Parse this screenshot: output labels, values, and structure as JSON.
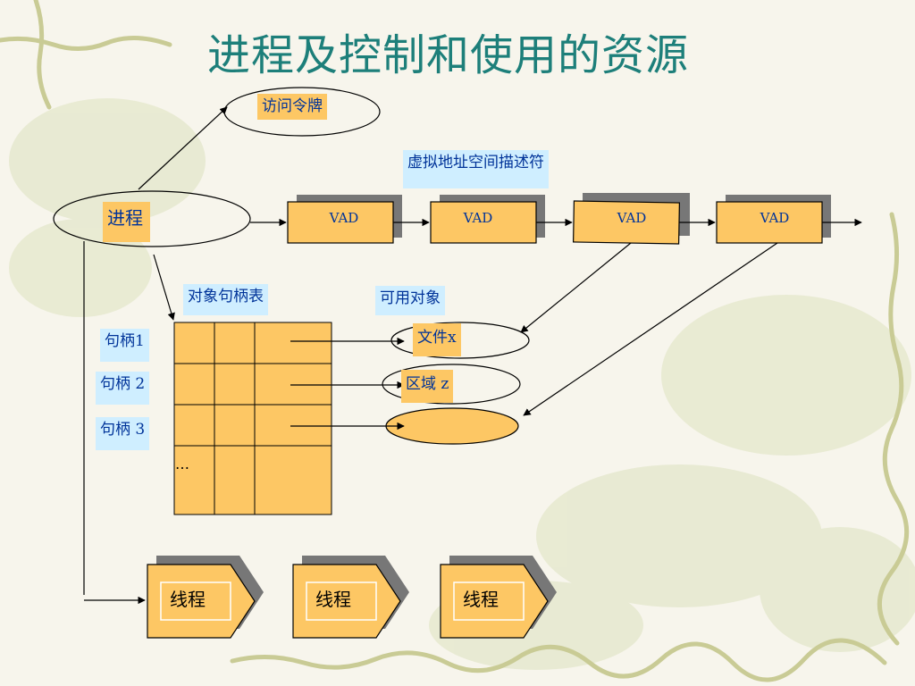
{
  "title": "进程及控制和使用的资源",
  "labels": {
    "access_token": "访问令牌",
    "vad_descriptor": "虚拟地址空间描述符",
    "process": "进程",
    "handle_table": "对象句柄表",
    "available_objects": "可用对象",
    "file_x": "文件x",
    "region_z": "区域 z",
    "ellipsis": "…"
  },
  "vads": [
    "VAD",
    "VAD",
    "VAD",
    "VAD"
  ],
  "handles": [
    "句柄1",
    "句柄 2",
    "句柄 3"
  ],
  "threads": [
    "线程",
    "线程",
    "线程"
  ],
  "colors": {
    "box_fill": "#fdc764",
    "label_blue_bg": "#cfeeff",
    "title": "#1d7f7a",
    "text_blue": "#003399"
  }
}
